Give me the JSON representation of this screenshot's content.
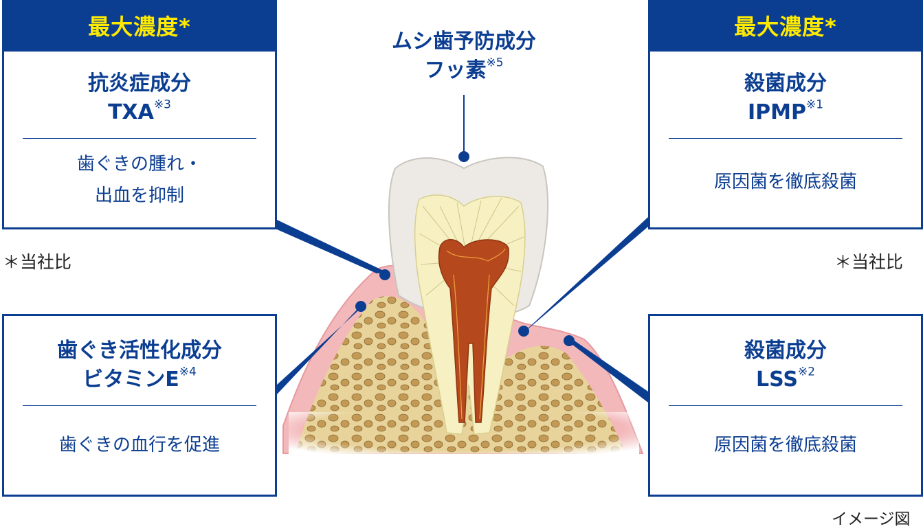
{
  "colors": {
    "brand_blue": "#0b3d91",
    "header_yellow": "#ffea00",
    "enamel": "#ece9e4",
    "dentin": "#f6efbf",
    "pulp": "#b24a1e",
    "gum": "#f2b7b9",
    "bone": "#c9a86a"
  },
  "boxes": {
    "txa": {
      "header": "最大濃度*",
      "name": "抗炎症成分",
      "ingredient": "TXA",
      "note_mark": "※3",
      "desc_line1": "歯ぐきの腫れ・",
      "desc_line2": "出血を抑制"
    },
    "ipmp": {
      "header": "最大濃度*",
      "name": "殺菌成分",
      "ingredient": "IPMP",
      "note_mark": "※1",
      "desc_line1": "原因菌を徹底殺菌"
    },
    "vitamin_e": {
      "name": "歯ぐき活性化成分",
      "ingredient": "ビタミンE",
      "note_mark": "※4",
      "desc_line1": "歯ぐきの血行を促進"
    },
    "lss": {
      "name": "殺菌成分",
      "ingredient": "LSS",
      "note_mark": "※2",
      "desc_line1": "原因菌を徹底殺菌"
    }
  },
  "center": {
    "line1": "ムシ歯予防成分",
    "ingredient": "フッ素",
    "note_mark": "※5"
  },
  "notes": {
    "left": "＊当社比",
    "right": "＊当社比",
    "image_note": "イメージ図"
  }
}
